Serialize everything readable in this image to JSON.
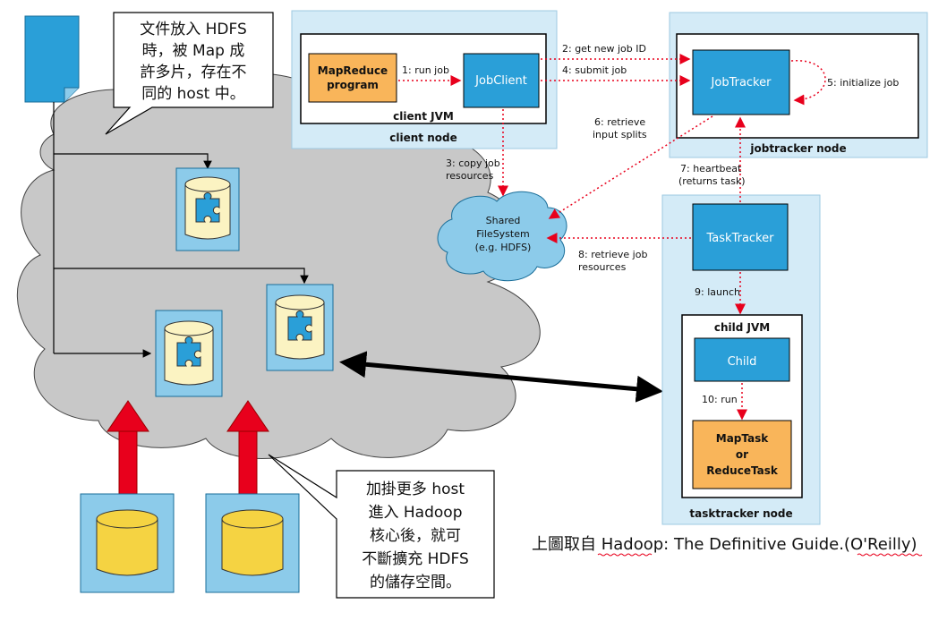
{
  "callout_top": [
    "文件放入 HDFS",
    "時，被 Map 成",
    "許多片，存在不",
    "同的 host 中。"
  ],
  "callout_bottom": [
    "加掛更多 host",
    "進入 Hadoop",
    "核心後，就可",
    "不斷擴充 HDFS",
    "的儲存空間。"
  ],
  "caption": "上圖取自 Hadoop: The Definitive Guide.(O'Reilly)",
  "nodes": {
    "client_node": "client node",
    "client_jvm": "client JVM",
    "mapreduce_program": [
      "MapReduce",
      "program"
    ],
    "jobclient": "JobClient",
    "jobtracker_node": "jobtracker node",
    "jobtracker": "JobTracker",
    "tasktracker_node": "tasktracker node",
    "tasktracker": "TaskTracker",
    "child_jvm": "child JVM",
    "child": "Child",
    "maptask": [
      "MapTask",
      "or",
      "ReduceTask"
    ],
    "shared_fs": [
      "Shared",
      "FileSystem",
      "(e.g. HDFS)"
    ]
  },
  "steps": {
    "s1": "1: run job",
    "s2": "2: get new job ID",
    "s3": [
      "3: copy job",
      "resources"
    ],
    "s4": "4: submit job",
    "s5": "5: initialize job",
    "s6": [
      "6: retrieve",
      "input splits"
    ],
    "s7": [
      "7: heartbeat",
      "(returns task)"
    ],
    "s8": [
      "8: retrieve job",
      "resources"
    ],
    "s9": "9: launch",
    "s10": "10: run"
  },
  "colors": {
    "node_bg": "#d4ebf7",
    "blue_box": "#2a9fd8",
    "orange_box": "#f9b55a",
    "cloud": "#c8c8c8",
    "red_arrow": "#e8001c",
    "db_yellow": "#f5d342",
    "db_pale": "#fbf3c2"
  }
}
